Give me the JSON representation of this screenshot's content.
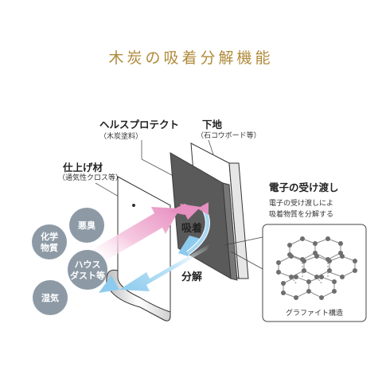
{
  "title": "木炭の吸着分解機能",
  "labels": {
    "health_protect": "ヘルスプロテクト",
    "health_protect_sub": "（木炭塗料）",
    "base": "下地",
    "base_sub": "（石コウボード等）",
    "finish": "仕上げ材",
    "finish_sub": "（通気性クロス等）"
  },
  "arrows": {
    "adsorb": "吸着",
    "decompose": "分解"
  },
  "bubbles": {
    "odor": "悪臭",
    "chemical_line1": "化学",
    "chemical_line2": "物質",
    "dust_line1": "ハウス",
    "dust_line2": "ダスト等",
    "humidity": "湿気"
  },
  "detail": {
    "title": "電子の受け渡し",
    "desc_line1": "電子の受け渡しによ",
    "desc_line2": "吸着物質を分解する",
    "caption": "グラファイト構造"
  },
  "colors": {
    "title": "#b08a3a",
    "bubble": "#8d9aa6",
    "charcoal_layer": "#595959",
    "adsorb_arrow": "#e8a0c8",
    "decompose_arrow": "#9dd2ef"
  }
}
